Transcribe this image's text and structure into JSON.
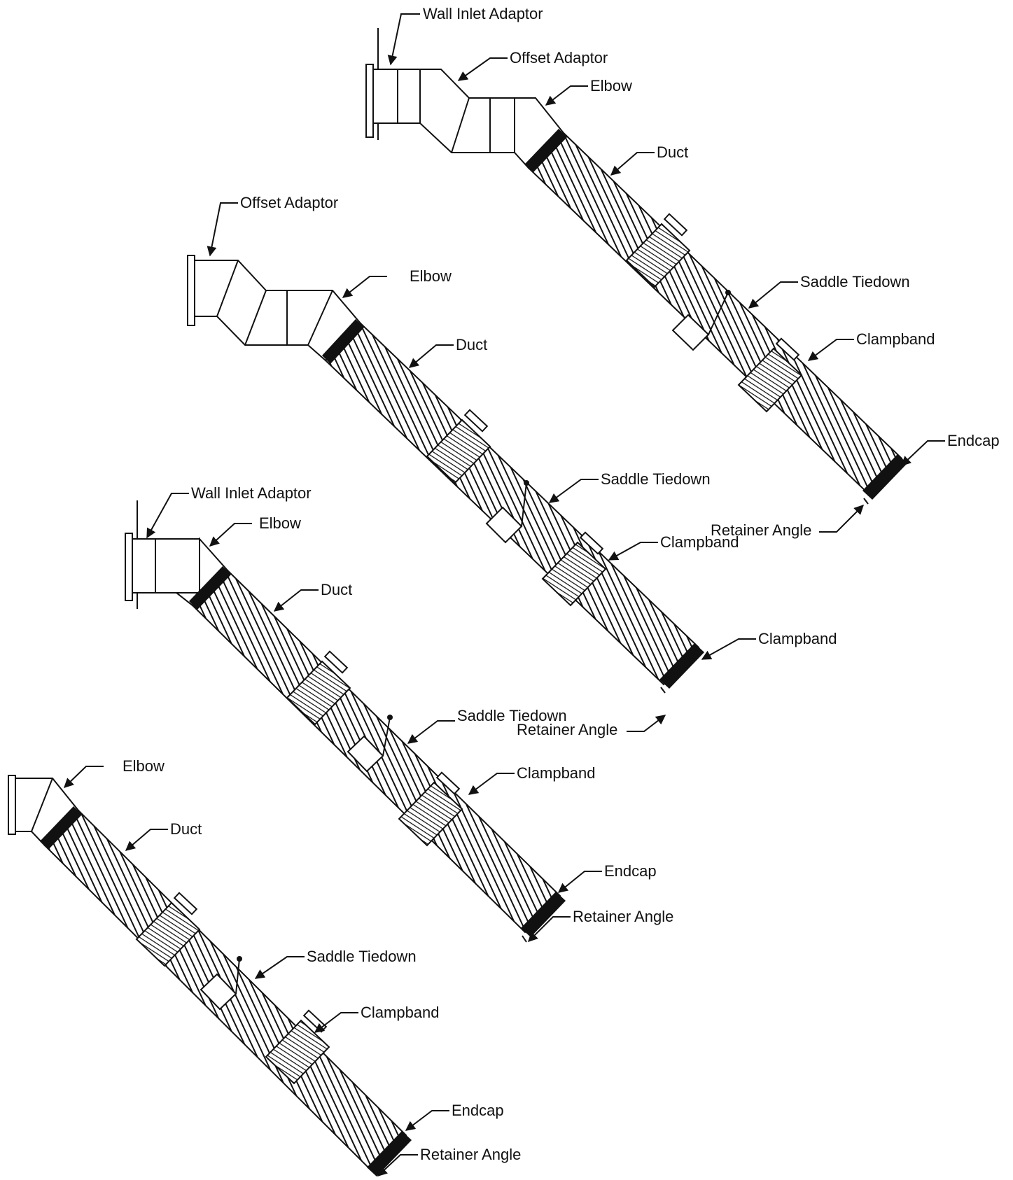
{
  "assemblies": [
    {
      "id": "a1",
      "labels": {
        "wall_inlet": "Wall Inlet Adaptor",
        "offset": "Offset Adaptor",
        "elbow": "Elbow",
        "duct": "Duct",
        "saddle": "Saddle Tiedown",
        "clampband": "Clampband",
        "endcap": "Endcap",
        "retainer": "Retainer Angle"
      }
    },
    {
      "id": "a2",
      "labels": {
        "offset": "Offset Adaptor",
        "elbow": "Elbow",
        "duct": "Duct",
        "saddle": "Saddle Tiedown",
        "clampband": "Clampband",
        "clampband_end": "Clampband",
        "retainer": "Retainer Angle"
      }
    },
    {
      "id": "a3",
      "labels": {
        "wall_inlet": "Wall Inlet Adaptor",
        "elbow": "Elbow",
        "duct": "Duct",
        "saddle": "Saddle Tiedown",
        "clampband": "Clampband",
        "endcap": "Endcap",
        "retainer": "Retainer Angle"
      }
    },
    {
      "id": "a4",
      "labels": {
        "elbow": "Elbow",
        "duct": "Duct",
        "saddle": "Saddle Tiedown",
        "clampband": "Clampband",
        "endcap": "Endcap",
        "retainer": "Retainer Angle"
      }
    }
  ]
}
